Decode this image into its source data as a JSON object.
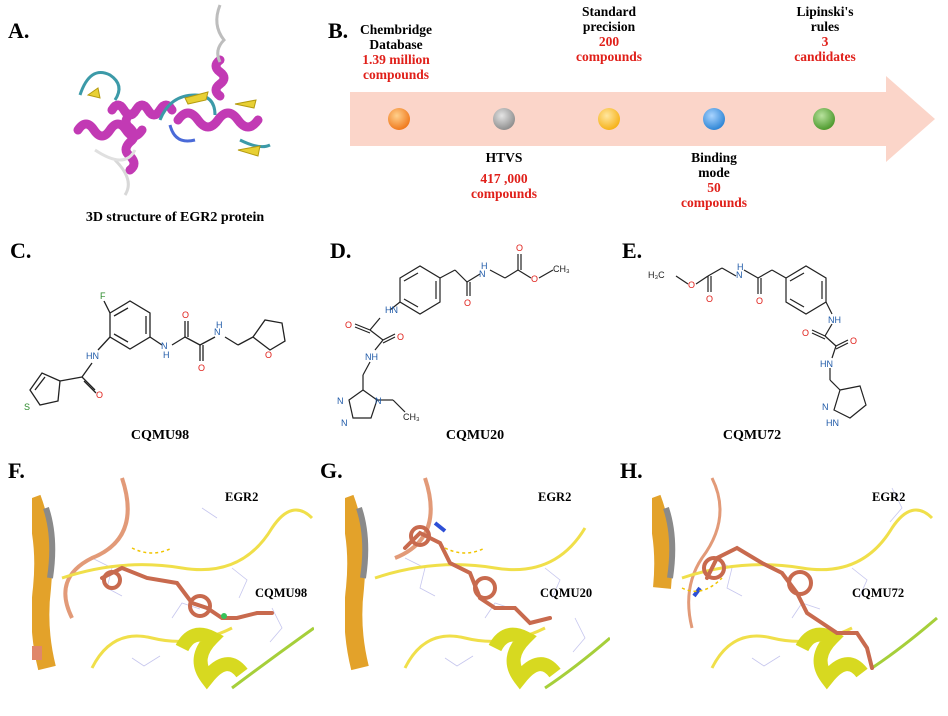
{
  "panels": {
    "A": {
      "letter": "A.",
      "caption": "3D structure of EGR2 protein"
    },
    "B": {
      "letter": "B.",
      "stages": [
        {
          "title": "Chembridge Database",
          "count": "1.39 million compounds",
          "color": "#f07a1e"
        },
        {
          "title": "HTVS",
          "count": "417 ,000 compounds",
          "color": "#9a9a9a"
        },
        {
          "title": "Standard precision",
          "count": "200 compounds",
          "color": "#f6b21a"
        },
        {
          "title": "Binding mode",
          "count": "50 compounds",
          "color": "#2f86d6"
        },
        {
          "title": "Lipinski's rules",
          "count": "3 candidates",
          "color": "#4e9a2e"
        }
      ]
    },
    "C": {
      "letter": "C.",
      "caption": "CQMU98"
    },
    "D": {
      "letter": "D.",
      "caption": "CQMU20"
    },
    "E": {
      "letter": "E.",
      "caption": "CQMU72"
    },
    "F": {
      "letter": "F.",
      "protein": "EGR2",
      "ligand": "CQMU98"
    },
    "G": {
      "letter": "G.",
      "protein": "EGR2",
      "ligand": "CQMU20"
    },
    "H": {
      "letter": "H.",
      "protein": "EGR2",
      "ligand": "CQMU72"
    }
  },
  "atoms": {
    "F": "F",
    "S": "S",
    "O": "O",
    "N": "N",
    "NH": "NH",
    "HN": "HN",
    "H": "H",
    "CH3": "CH₃",
    "H3C": "H₃C"
  }
}
